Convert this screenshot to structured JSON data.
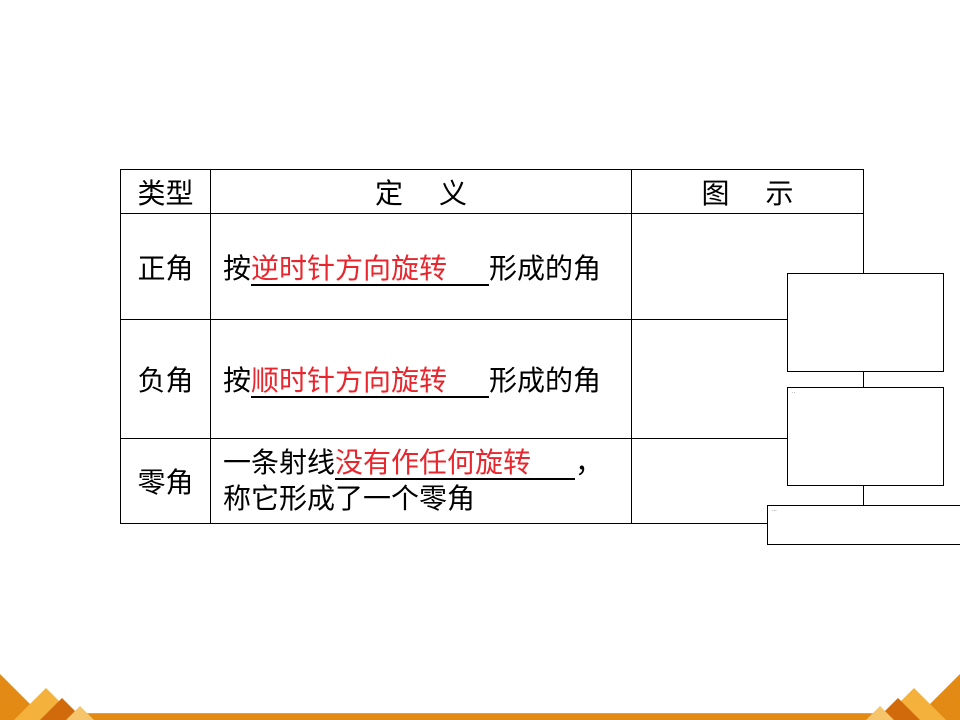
{
  "table": {
    "headers": {
      "type": "类型",
      "definition_a": "定",
      "definition_b": "义",
      "figure_a": "图",
      "figure_b": "示"
    },
    "rows": [
      {
        "type": "正角",
        "prefix": "按",
        "blank": "逆时针方向旋转",
        "suffix": "形成的角"
      },
      {
        "type": "负角",
        "prefix": "按",
        "blank": "顺时针方向旋转",
        "suffix": "形成的角"
      },
      {
        "type": "零角",
        "prefix": "一条射线",
        "blank": "没有作任何旋转",
        "suffix": "，",
        "line2": "称它形成了一个零角"
      }
    ]
  },
  "colors": {
    "answer_text": "#e8262d",
    "footer": "#e28a14"
  }
}
